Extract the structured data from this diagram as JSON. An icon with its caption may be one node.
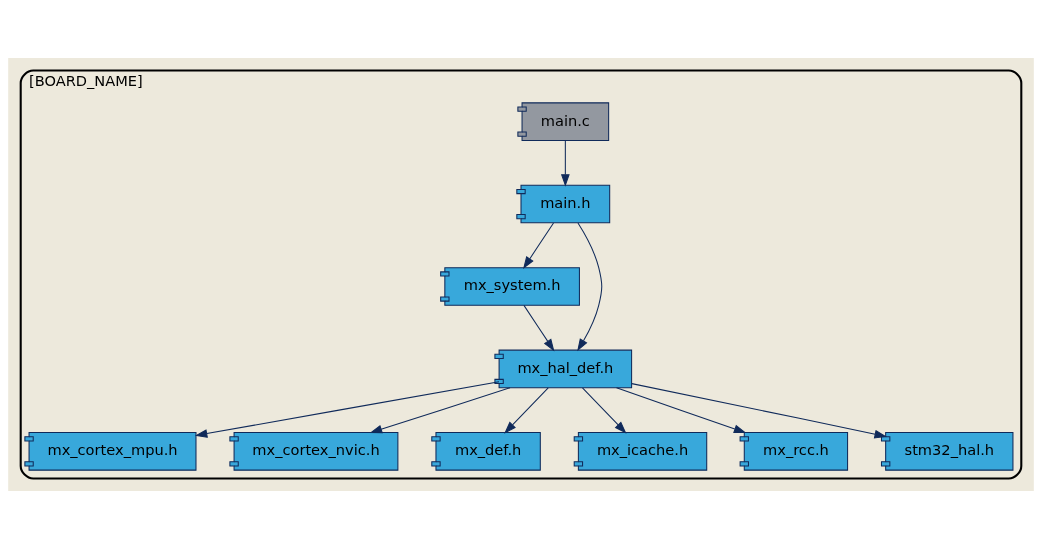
{
  "diagram": {
    "nodes": [
      {
        "text": [
          "[BOARD_NAME]"
        ]
      },
      {
        "text": [
          "main.c"
        ],
        "in": 0
      },
      {
        "text": [
          "main.h"
        ],
        "in": 0
      },
      {
        "text": [
          "mx_system.h"
        ],
        "in": 0
      },
      {
        "text": [
          "mx_hal_def.h"
        ],
        "in": 0
      },
      {
        "text": [
          "mx_cortex_mpu.h"
        ],
        "in": 0
      },
      {
        "text": [
          "mx_cortex_nvic.h"
        ],
        "in": 0
      },
      {
        "text": [
          "mx_def.h"
        ],
        "in": 0
      },
      {
        "text": [
          "mx_icache.h"
        ],
        "in": 0
      },
      {
        "text": [
          "mx_rcc.h"
        ],
        "in": 0
      },
      {
        "text": [
          "stm32_hal.h"
        ],
        "in": 0
      }
    ],
    "edges": [
      {
        "from": 1,
        "to": 2,
        "arrow": "to"
      },
      {
        "from": 2,
        "to": 4,
        "arrow": "to"
      },
      {
        "from": 2,
        "to": 3,
        "arrow": "to"
      },
      {
        "from": 3,
        "to": 4,
        "arrow": "to"
      },
      {
        "from": 4,
        "to": 5,
        "arrow": "to"
      },
      {
        "from": 4,
        "to": 6,
        "arrow": "to"
      },
      {
        "from": 4,
        "to": 7,
        "arrow": "to"
      },
      {
        "from": 4,
        "to": 8,
        "arrow": "to"
      },
      {
        "from": 4,
        "to": 9,
        "arrow": "to"
      },
      {
        "from": 4,
        "to": 10,
        "arrow": "to"
      }
    ]
  }
}
